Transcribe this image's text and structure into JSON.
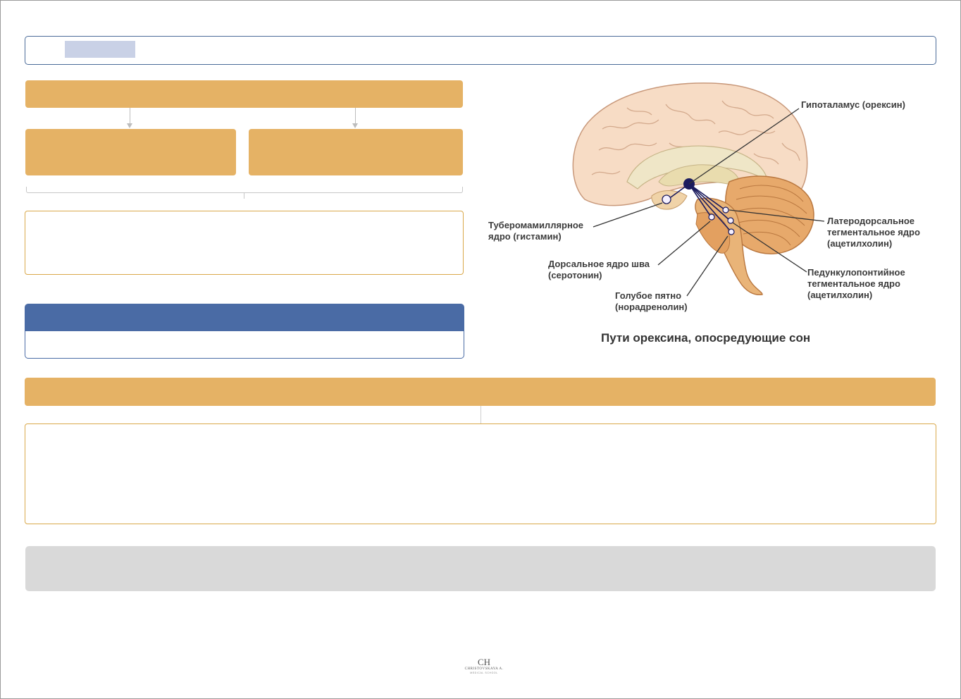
{
  "diagram": {
    "labels": {
      "hypothalamus": "Гипоталамус (орексин)",
      "tuberomammillary": "Туберомамиллярное\nядро (гистамин)",
      "laterodorsal": "Латеродорсальное\nтегментальное ядро\n(ацетилхолин)",
      "dorsal_raphe": "Дорсальное ядро шва\n(серотонин)",
      "pedunculopontine": "Педункулопонтийное\nтегментальное ядро\n(ацетилхолин)",
      "locus_coeruleus": "Голубое пятно\n(норадренолин)"
    },
    "caption": "Пути орексина, опосредующие сон"
  },
  "logo": {
    "mark": "CH",
    "name": "CHRISTOVSKAYA A.",
    "sub": "MEDICAL SCHOOL"
  },
  "colors": {
    "gold": "#e5b265",
    "blue": "#4a6ba5",
    "grey": "#d9d9d9",
    "title_highlight": "#c9d1e6",
    "orexin_node": "#1b1b5e"
  }
}
